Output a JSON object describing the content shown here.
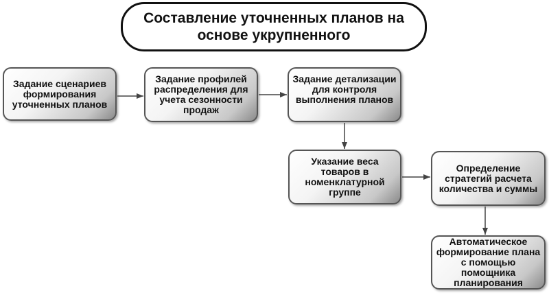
{
  "title": "Составление уточненных планов на основе укрупненного",
  "steps": [
    {
      "label": "Задание сценариев формирования уточненных планов"
    },
    {
      "label": "Задание профилей распределения для учета сезонности продаж"
    },
    {
      "label": "Задание детализации для контроля выполнения планов"
    },
    {
      "label": "Указание веса товаров в номенклатурной группе"
    },
    {
      "label": "Определение стратегий расчета количества и суммы"
    },
    {
      "label": "Автоматическое формирование плана с помощью помощника планирования"
    }
  ],
  "colors": {
    "border": "#555555",
    "arrow": "#444444",
    "title_border": "#111111"
  }
}
